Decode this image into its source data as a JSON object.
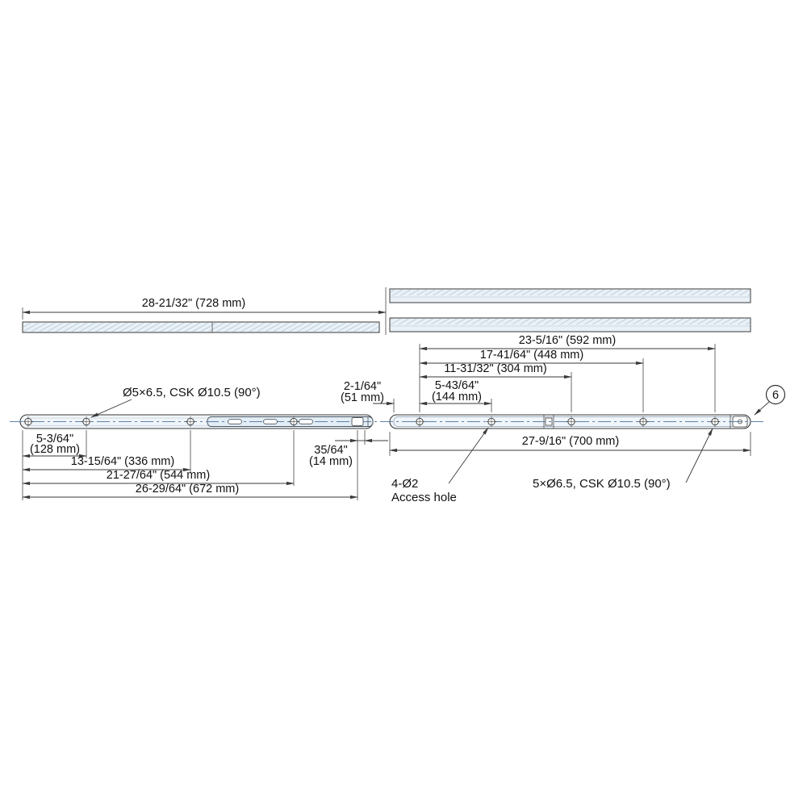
{
  "drawing": {
    "type": "technical-dimension-drawing",
    "subject": "telescopic drawer slide, extended and closed views",
    "colors": {
      "line": "#3a3a3a",
      "rail_fill": "#e9f1f7",
      "centerline": "#5f82a8"
    },
    "balloon_label": "6",
    "notes": {
      "csk_left": "Ø5×6.5, CSK Ø10.5 (90°)",
      "csk_right": "5×Ø6.5, CSK Ø10.5 (90°)",
      "access_line1": "4-Ø2",
      "access_line2": "Access hole"
    },
    "dimensions": {
      "d728": "28-21/32\" (728 mm)",
      "d592": "23-5/16\" (592 mm)",
      "d448": "17-41/64\" (448 mm)",
      "d304": "11-31/32\" (304 mm)",
      "d144_in": "5-43/64\"",
      "d144_mm": "(144 mm)",
      "d51_in": "2-1/64\"",
      "d51_mm": "(51 mm)",
      "d128_in": "5-3/64\"",
      "d128_mm": "(128 mm)",
      "d336": "13-15/64\" (336 mm)",
      "d544": "21-27/64\" (544 mm)",
      "d672": "26-29/64\" (672 mm)",
      "d14_in": "35/64\"",
      "d14_mm": "(14 mm)",
      "d700": "27-9/16\" (700 mm)"
    }
  }
}
